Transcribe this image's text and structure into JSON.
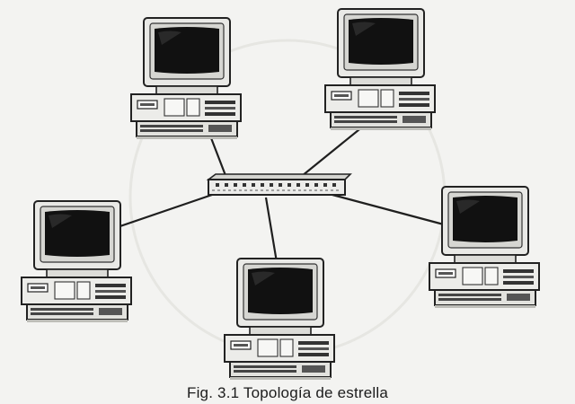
{
  "caption": "Fig. 3.1 Topología de estrella",
  "diagram": {
    "topology": "star",
    "hub": {
      "type": "hub",
      "icon": "network-hub-icon"
    },
    "nodes": [
      {
        "id": "computer-top-left",
        "icon": "desktop-computer-icon"
      },
      {
        "id": "computer-top-right",
        "icon": "desktop-computer-icon"
      },
      {
        "id": "computer-left",
        "icon": "desktop-computer-icon"
      },
      {
        "id": "computer-bottom",
        "icon": "desktop-computer-icon"
      },
      {
        "id": "computer-right",
        "icon": "desktop-computer-icon"
      }
    ],
    "colors": {
      "background": "#f3f3f1",
      "ink": "#1c1c1c",
      "screen": "#111111"
    }
  }
}
